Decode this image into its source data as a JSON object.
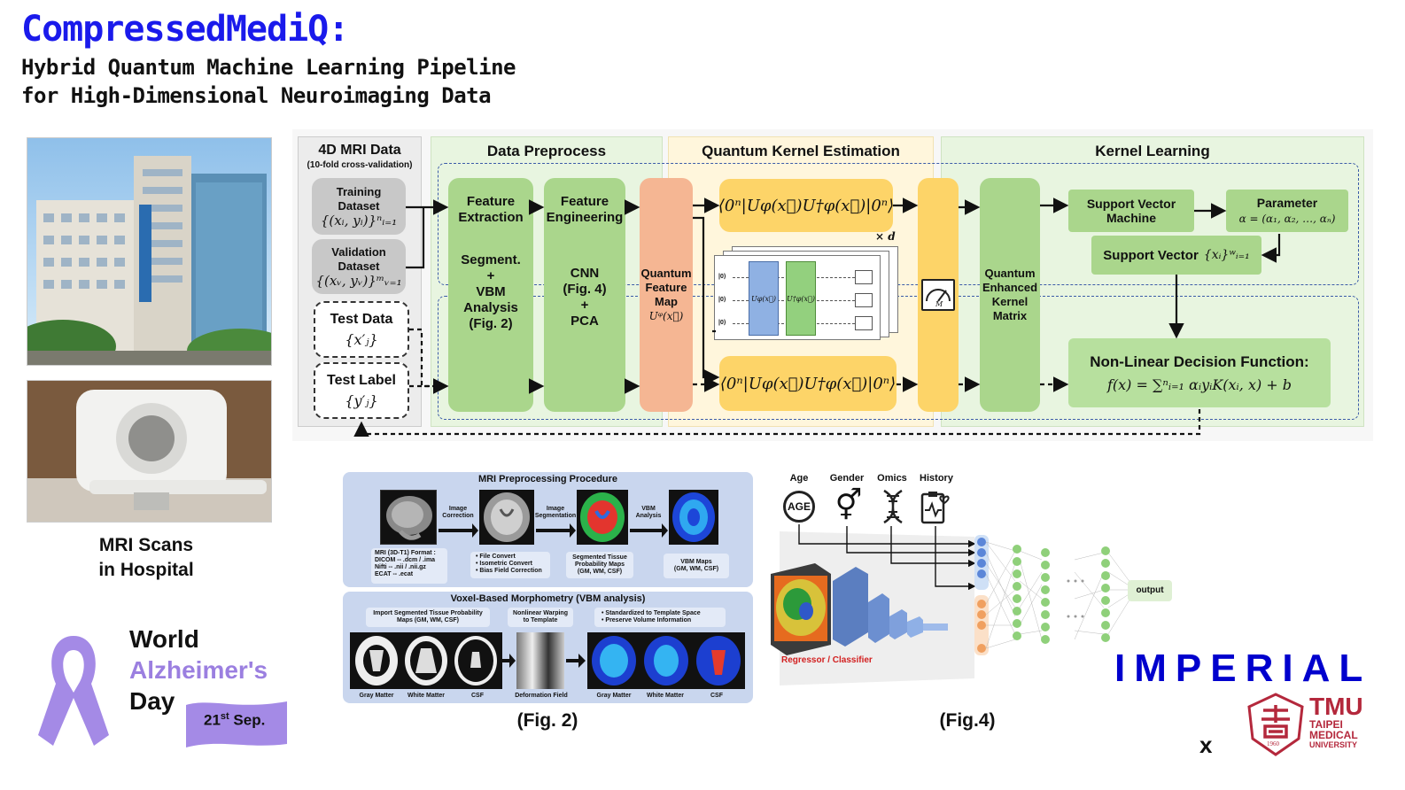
{
  "header": {
    "title": "CompressedMediQ:",
    "subtitle_line1": "Hybrid Quantum Machine Learning Pipeline",
    "subtitle_line2": "for High-Dimensional Neuroimaging Data"
  },
  "left": {
    "photo_caption_line1": "MRI Scans",
    "photo_caption_line2": "in Hospital"
  },
  "awareness": {
    "line1": "World",
    "line2": "Alzheimer's",
    "line3": "Day",
    "date_num": "21",
    "date_sup": "st",
    "date_month": " Sep."
  },
  "pipeline": {
    "data": {
      "title": "4D MRI Data",
      "subtitle": "(10-fold cross-validation)",
      "training_line1": "Training",
      "training_line2": "Dataset",
      "training_math": "{(xᵢ, yᵢ)}ⁿᵢ₌₁",
      "validation_line1": "Validation",
      "validation_line2": "Dataset",
      "validation_math": "{(xᵥ, yᵥ)}ᵐᵥ₌₁",
      "test_data": "Test Data",
      "test_data_math": "{x′ⱼ}",
      "test_label": "Test Label",
      "test_label_math": "{y′ⱼ}"
    },
    "preprocess": {
      "title": "Data Preprocess",
      "fe_title_line1": "Feature",
      "fe_title_line2": "Extraction",
      "fe_body_line1": "Segment.",
      "fe_body_line2": "+",
      "fe_body_line3": "VBM",
      "fe_body_line4": "Analysis",
      "fe_body_line5": "(Fig. 2)",
      "fg_title_line1": "Feature",
      "fg_title_line2": "Engineering",
      "fg_body_line1": "CNN",
      "fg_body_line2": "(Fig. 4)",
      "fg_body_line3": "+",
      "fg_body_line4": "PCA"
    },
    "quantum": {
      "title": "Quantum Kernel Estimation",
      "map_line1": "Quantum",
      "map_line2": "Feature",
      "map_line3": "Map",
      "map_math": "Uᵠ(x⃗)",
      "kernel_top": "⟨0ⁿ|Uφ(x⃗)U†φ(x⃗)|0ⁿ⟩",
      "kernel_bottom": "⟨0ⁿ|Uφ(x⃗)U†φ(x⃗)|0ⁿ⟩",
      "repeat": "× d",
      "ket": "|0⟩",
      "gate1": "Uφ(x⃗)",
      "gate2": "U†φ(x⃗)",
      "meter": "M"
    },
    "kernel": {
      "title": "Kernel Learning",
      "qekm_line1": "Quantum",
      "qekm_line2": "Enhanced",
      "qekm_line3": "Kernel",
      "qekm_line4": "Matrix",
      "svm_line1": "Support Vector",
      "svm_line2": "Machine",
      "param_title": "Parameter",
      "param_math": "α = (α₁, α₂, …, αₙ)",
      "sv_text": "Support Vector",
      "sv_math": "{xᵢ}ʷᵢ₌₁",
      "decision_title": "Non-Linear Decision Function:",
      "decision_math": "f(x) = ∑ⁿᵢ₌₁ αᵢyᵢK(xᵢ, x) + b"
    }
  },
  "fig2": {
    "title": "MRI Preprocessing Procedure",
    "step1": "Image Correction",
    "step2": "Image Segmentation",
    "step3": "VBM Analysis",
    "note1_l1": "MRI (3D-T1) Format :",
    "note1_l2": "DICOM  --  .dcm / .ima",
    "note1_l3": "Nifti   --  .nii / .nii.gz",
    "note1_l4": "ECAT   --  .ecat",
    "note2_l1": "• File Convert",
    "note2_l2": "• Isometric Convert",
    "note2_l3": "• Bias Field Correction",
    "note3_l1": "Segmented Tissue",
    "note3_l2": "Probability Maps",
    "note3_l3": "(GM, WM, CSF)",
    "note4_l1": "VBM Maps",
    "note4_l2": "(GM, WM, CSF)",
    "vbm_title": "Voxel-Based Morphometry (VBM analysis)",
    "vbm1_l1": "Import Segmented Tissue Probability",
    "vbm1_l2": "Maps (GM, WM, CSF)",
    "vbm2_l1": "Nonlinear Warping",
    "vbm2_l2": "to Template",
    "vbm3_l1": "• Standardized to  Template Space",
    "vbm3_l2": "• Preserve Volume Information",
    "lab_gm": "Gray Matter",
    "lab_wm": "White Matter",
    "lab_csf": "CSF",
    "lab_def": "Deformation Field",
    "lab_gm2": "Gray Matter",
    "lab_wm2": "White Matter",
    "lab_csf2": "CSF",
    "caption": "(Fig. 2)"
  },
  "fig4": {
    "age": "Age",
    "gender": "Gender",
    "omics": "Omics",
    "history": "History",
    "age_icon_text": "AGE",
    "regressor": "Regressor / Classifier",
    "output": "output",
    "caption": "(Fig.4)"
  },
  "logos": {
    "imperial": "IMPERIAL",
    "x": "x",
    "tmu": "TMU",
    "tmu_l1": "TAIPEI",
    "tmu_l2": "MEDICAL",
    "tmu_l3": "UNIVERSITY",
    "seal_year": "1960"
  },
  "colors": {
    "title_blue": "#1a1aeb",
    "imperial_blue": "#0000cd",
    "purple": "#9b7fe0",
    "green": "#aad68c",
    "peach": "#f5b693",
    "yellow": "#fdd468",
    "tmu_red": "#b4283c"
  }
}
